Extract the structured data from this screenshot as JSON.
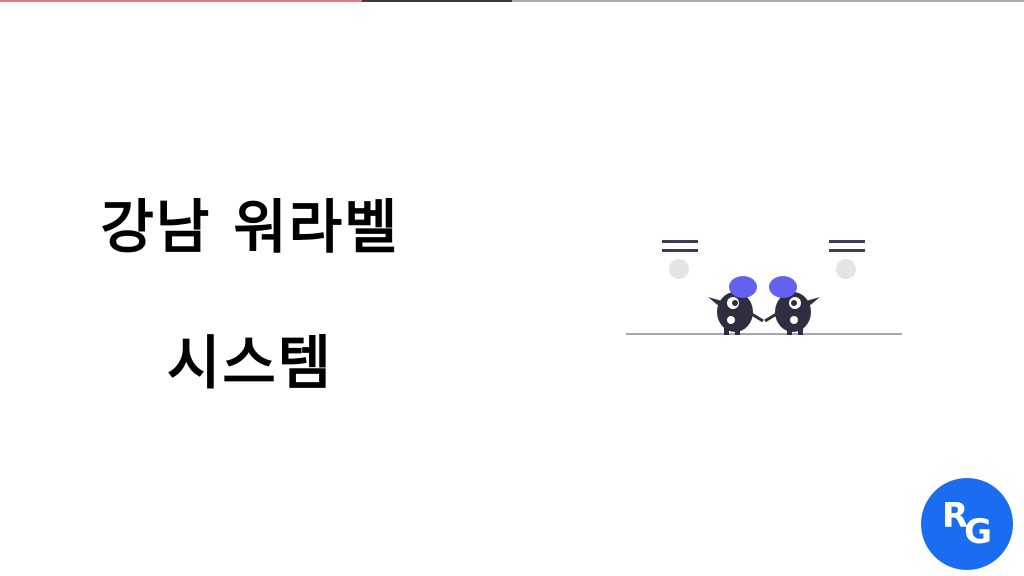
{
  "progress_bar": {
    "colors": [
      "#d97a80",
      "#3a3a3a",
      "#a8aaa6"
    ]
  },
  "slide": {
    "title_line1": "강남 워라벨",
    "title_line2": "시스템"
  },
  "illustration": {
    "description": "two-characters-holding-hands",
    "accent_color": "#6460f0",
    "body_color": "#2f2e41"
  },
  "logo": {
    "letter1": "R",
    "letter2": "G",
    "color": "#1a6cf0"
  }
}
